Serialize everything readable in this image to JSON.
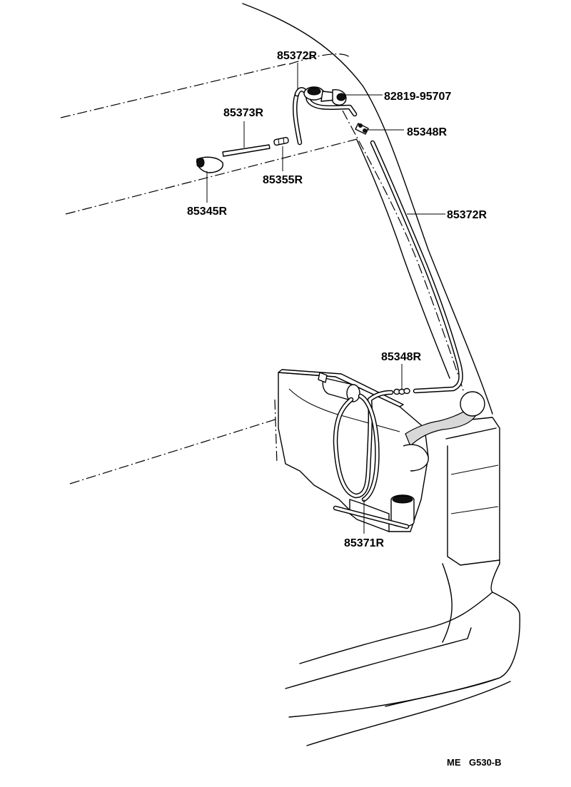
{
  "diagram": {
    "parts": {
      "hose_upper": "85372R",
      "check_valve": "82819-95707",
      "joint_upper": "85348R",
      "tube_short": "85373R",
      "joint_small": "85355R",
      "nozzle": "85345R",
      "hose_vertical": "85372R",
      "joint_lower": "85348R",
      "hose_tank": "85371R"
    },
    "code": {
      "left": "ME",
      "right": "G530-B"
    }
  }
}
